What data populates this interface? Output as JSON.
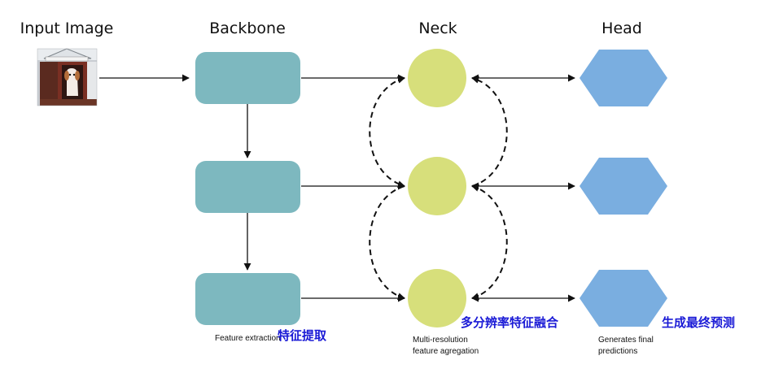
{
  "columns": {
    "input": "Input Image",
    "backbone": "Backbone",
    "neck": "Neck",
    "head": "Head"
  },
  "captions": {
    "backbone": "Feature extraction",
    "neck_line1": "Multi-resolution",
    "neck_line2": "feature agregation",
    "head_line1": "Generates final",
    "head_line2": "predictions"
  },
  "annotations": {
    "backbone_cn": "特征提取",
    "neck_cn": "多分辨率特征融合",
    "head_cn": "生成最终预测"
  },
  "colors": {
    "backbone": "#7db8bf",
    "neck": "#d7df7b",
    "head": "#7aaee0",
    "annotation": "#1a1ad6"
  }
}
